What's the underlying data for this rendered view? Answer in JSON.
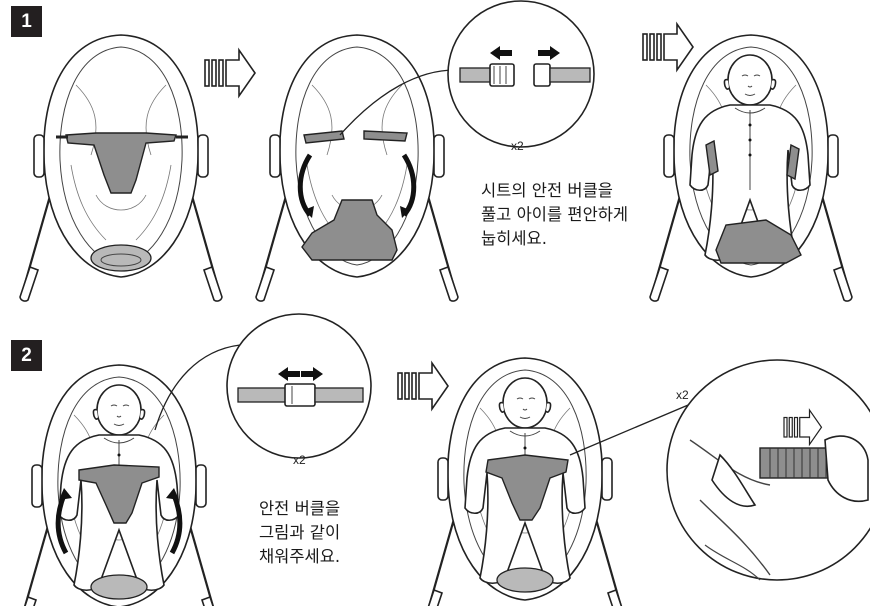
{
  "steps": [
    {
      "number": "1",
      "caption": [
        "시트의 안전 버클을",
        "풀고 아이를 편안하게",
        "눕히세요."
      ],
      "multiplier": "x2"
    },
    {
      "number": "2",
      "caption": [
        "안전 버클을",
        "그림과 같이",
        "채워주세요."
      ],
      "multiplier": "x2",
      "detail_multiplier": "x2"
    }
  ],
  "icons": [
    "next-step-arrow-icon",
    "unbuckle-arrows-icon",
    "buckle-arrows-icon",
    "rotate-arrow-icon",
    "pull-strap-arrow-icon"
  ],
  "colors": {
    "badge": "#231f20",
    "harness": "#8e8e8e",
    "outline": "#222222"
  }
}
